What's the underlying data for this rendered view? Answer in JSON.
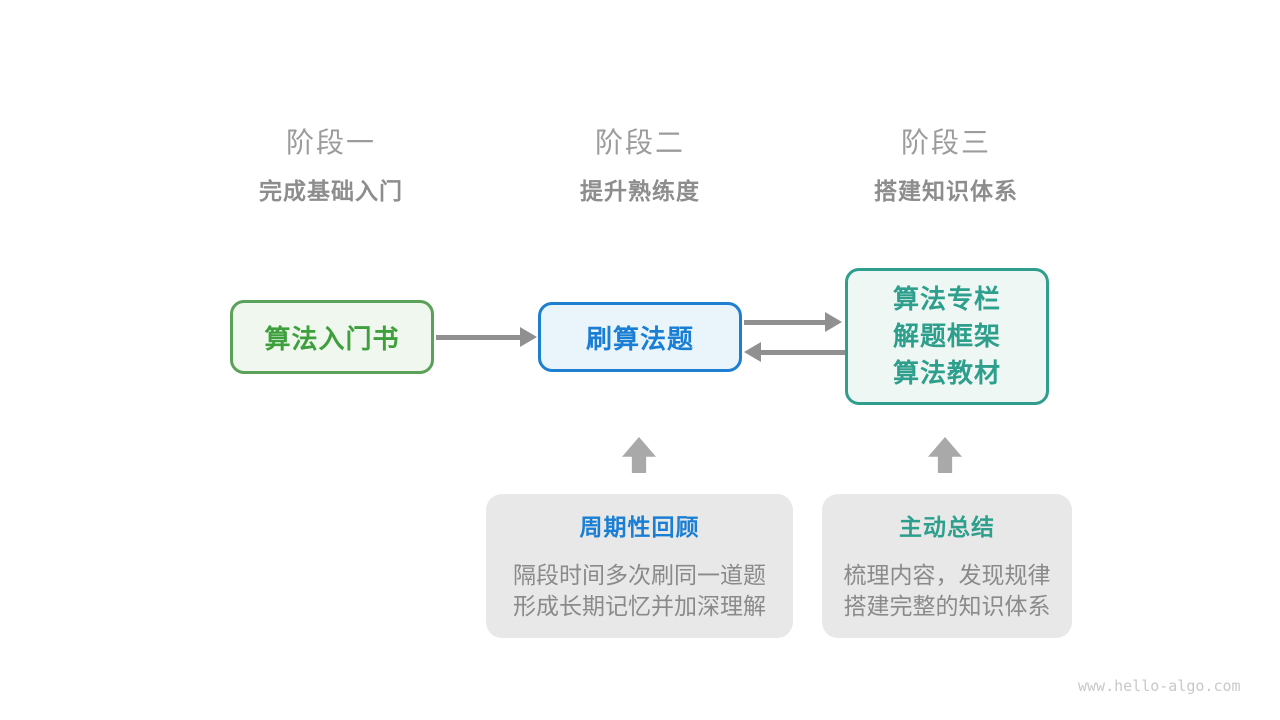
{
  "stages": [
    {
      "label": "阶段一",
      "subtitle": "完成基础入门"
    },
    {
      "label": "阶段二",
      "subtitle": "提升熟练度"
    },
    {
      "label": "阶段三",
      "subtitle": "搭建知识体系"
    }
  ],
  "nodes": {
    "intro_book": {
      "label": "算法入门书"
    },
    "practice": {
      "label": "刷算法题"
    },
    "resources": {
      "lines": [
        "算法专栏",
        "解题框架",
        "算法教材"
      ]
    }
  },
  "notes": [
    {
      "title": "周期性回顾",
      "lines": [
        "隔段时间多次刷同一道题",
        "形成长期记忆并加深理解"
      ]
    },
    {
      "title": "主动总结",
      "lines": [
        "梳理内容，发现规律",
        "搭建完整的知识体系"
      ]
    }
  ],
  "watermark": "www.hello-algo.com",
  "colors": {
    "stage_label": "#9c9c9c",
    "stage_subtitle": "#8d8d8d",
    "arrow": "#909090",
    "block_arrow": "#a9a9a9",
    "green_border": "#5aa15a",
    "green_bg": "#f0f7ee",
    "green_text": "#3da03d",
    "blue_border": "#1e7fd0",
    "blue_bg": "#eaf4fb",
    "blue_text": "#1a7fd4",
    "teal_border": "#2f9e8d",
    "teal_bg": "#eef7f3",
    "teal_text": "#2d9f8c",
    "note_bg": "#e8e8e8",
    "note_text": "#8a8a8a",
    "watermark": "#c9c9c9"
  }
}
